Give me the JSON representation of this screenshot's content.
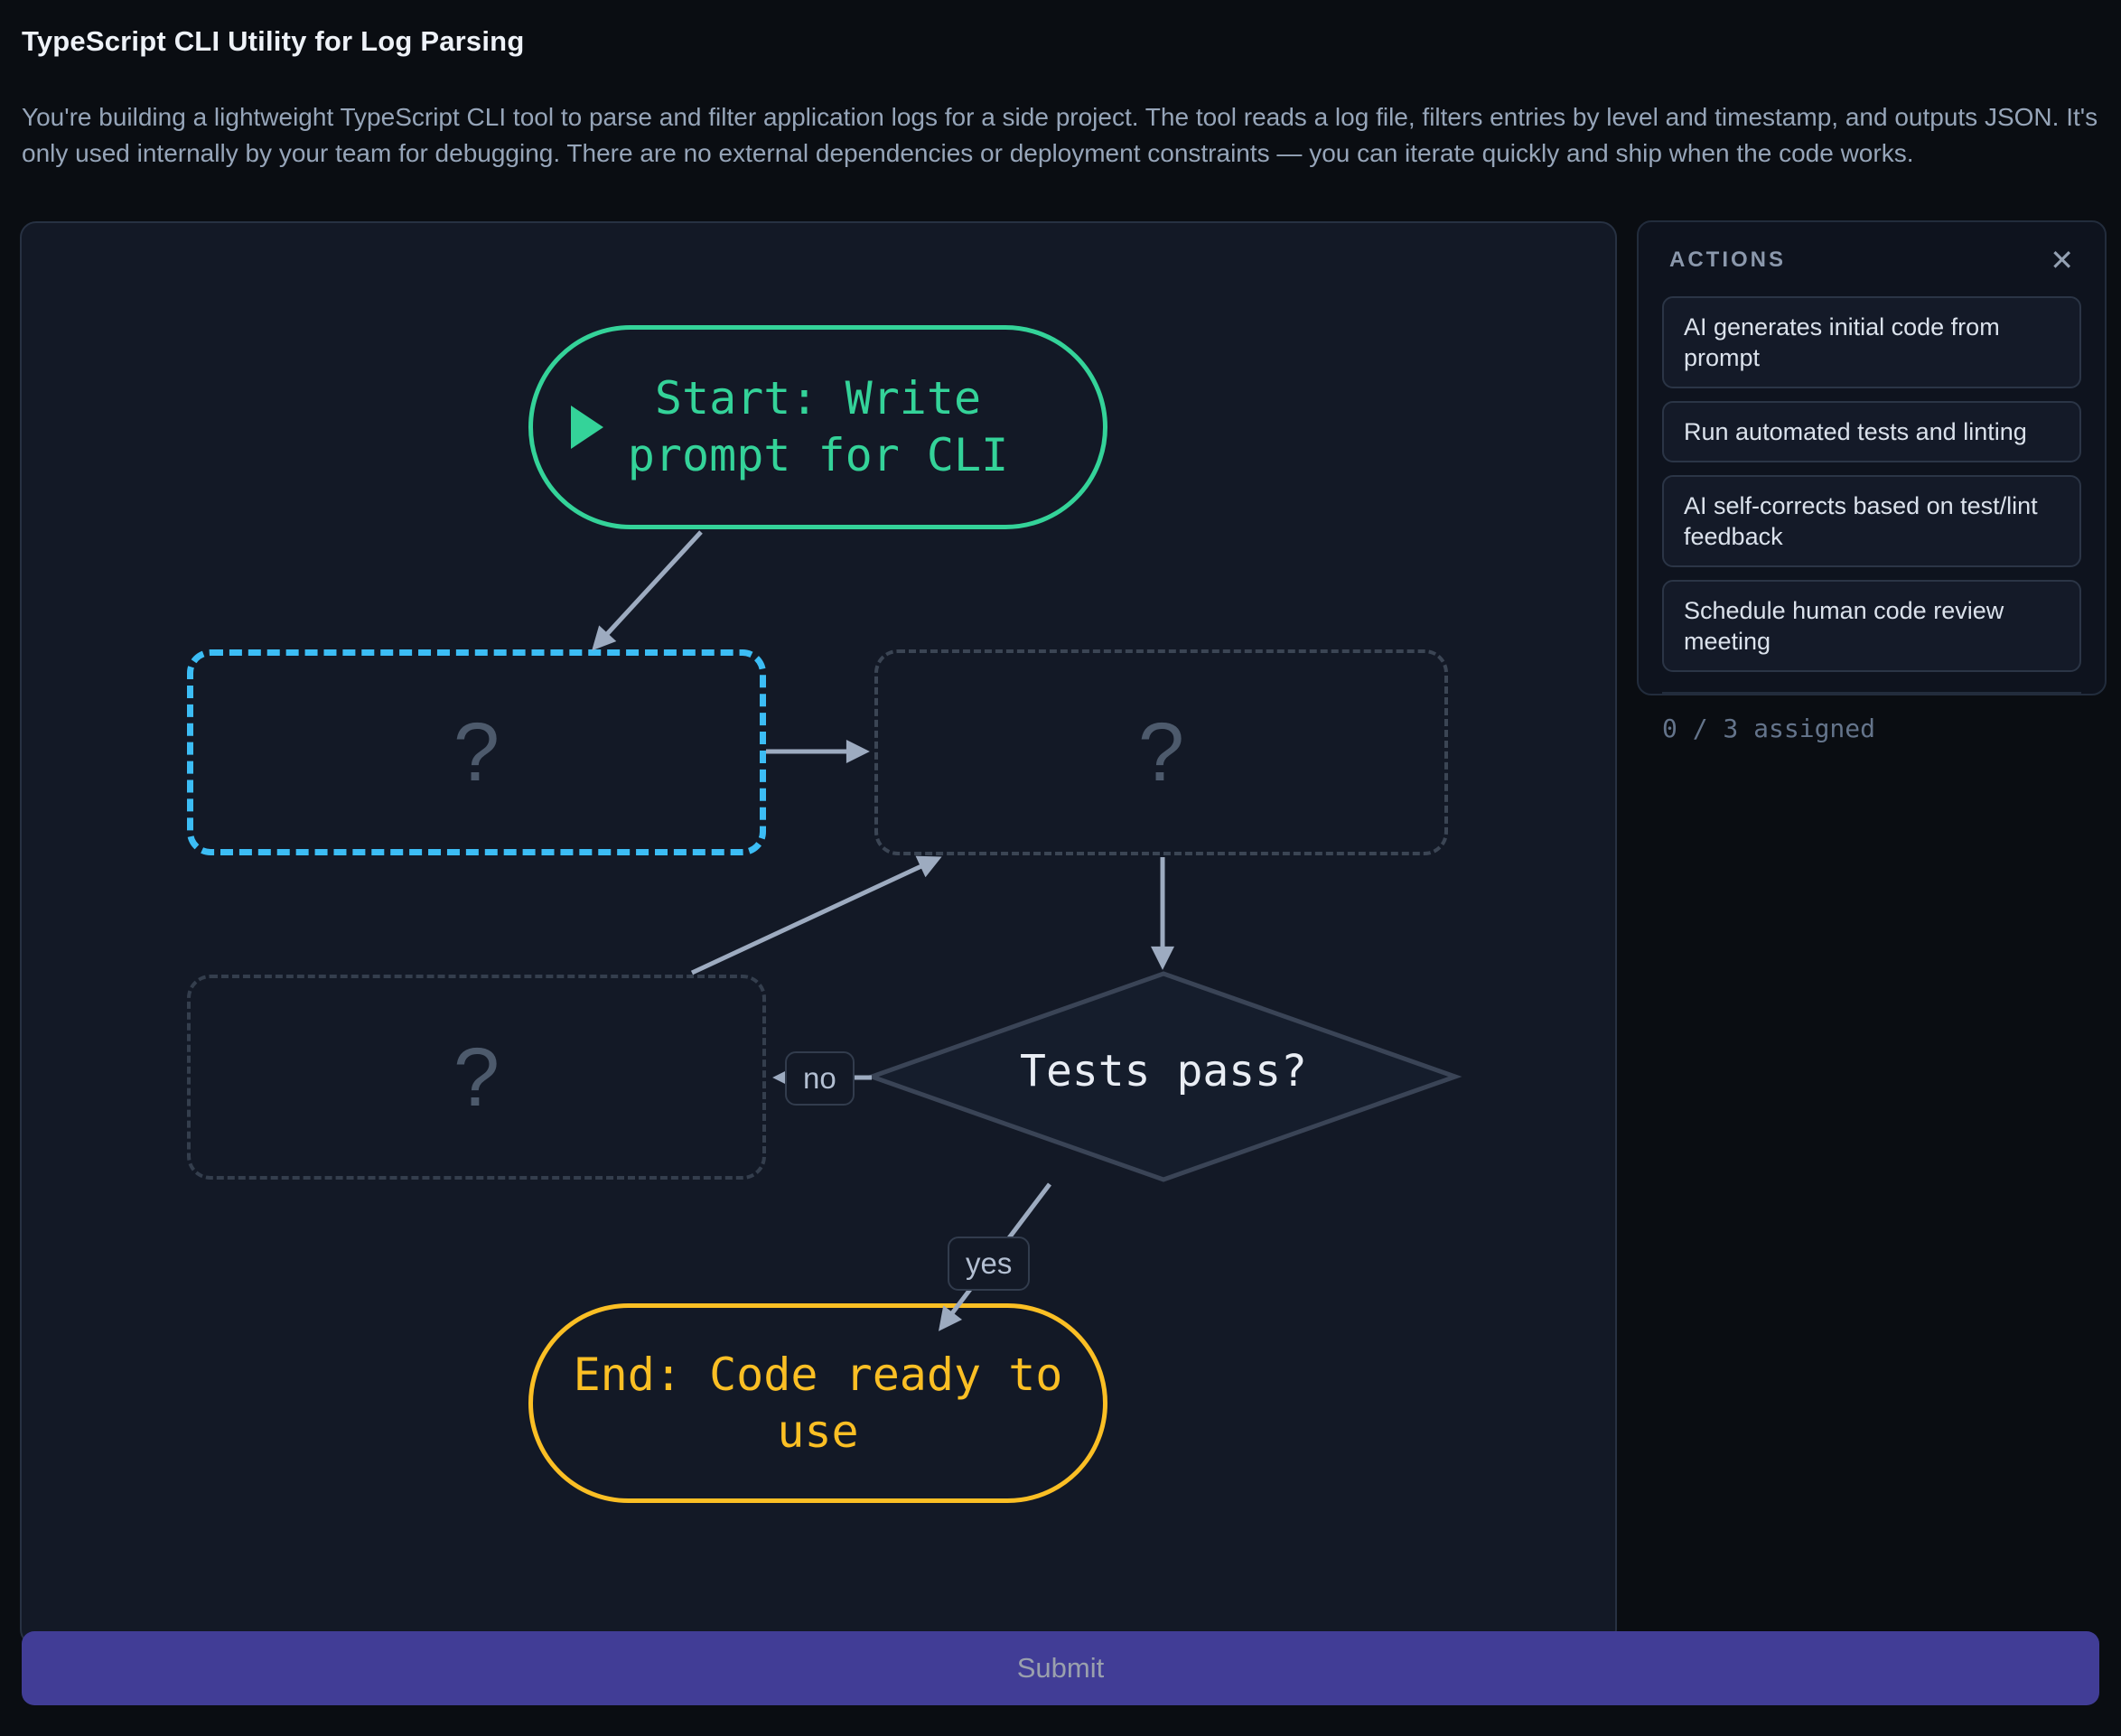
{
  "page": {
    "title": "TypeScript CLI Utility for Log Parsing",
    "description": "You're building a lightweight TypeScript CLI tool to parse and filter application logs for a side project. The tool reads a log file, filters entries by level and timestamp, and outputs JSON. It's only used internally by your team for debugging. There are no external dependencies or deployment constraints — you can iterate quickly and ship when the code works."
  },
  "flowchart": {
    "start_node": {
      "label": "Start: Write prompt for CLI",
      "color": "#34d399"
    },
    "slots": [
      {
        "symbol": "?",
        "state": "active",
        "border_color": "#3cbdf5"
      },
      {
        "symbol": "?",
        "state": "empty",
        "border_color": "#3b4554"
      },
      {
        "symbol": "?",
        "state": "empty",
        "border_color": "#343e4d"
      }
    ],
    "decision_node": {
      "label": "Tests pass?"
    },
    "end_node": {
      "label": "End: Code ready to use",
      "color": "#fbbf24"
    },
    "edge_labels": {
      "no": "no",
      "yes": "yes"
    }
  },
  "actions_panel": {
    "title": "ACTIONS",
    "close_icon": "✕",
    "items": [
      {
        "label": "AI generates initial code from prompt"
      },
      {
        "label": "Run automated tests and linting"
      },
      {
        "label": "AI self-corrects based on test/lint feedback"
      },
      {
        "label": "Schedule human code review meeting"
      }
    ],
    "assigned_status": "0 / 3 assigned"
  },
  "submit": {
    "label": "Submit",
    "color": "#413d96",
    "text_color": "#9aa0ad"
  }
}
